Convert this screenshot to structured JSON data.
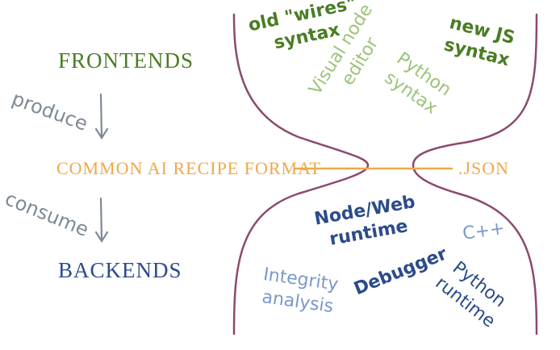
{
  "colors": {
    "frontend_dark": "#4a7d24",
    "frontend_light": "#9cc47a",
    "format": "#f0a84a",
    "verb": "#7e8a96",
    "backend_dark": "#2c4b8a",
    "backend_light": "#7a98cc",
    "funnel": "#8b4a6e"
  },
  "left": {
    "frontends": "FRONTENDS",
    "produce": "produce",
    "format": "COMMON AI RECIPE FORMAT",
    "consume": "consume",
    "backends": "BACKENDS"
  },
  "json_label": ".JSON",
  "frontends": {
    "old_wires_1": "old \"wires\"",
    "old_wires_2": "syntax",
    "new_js_1": "new JS",
    "new_js_2": "syntax",
    "visual_1": "Visual node",
    "visual_2": "editor",
    "python_1": "Python",
    "python_2": "syntax"
  },
  "backends": {
    "node_1": "Node/Web",
    "node_2": "runtime",
    "cpp": "C++",
    "integrity_1": "Integrity",
    "integrity_2": "analysis",
    "debugger": "Debugger",
    "python_1": "Python",
    "python_2": "runtime"
  }
}
